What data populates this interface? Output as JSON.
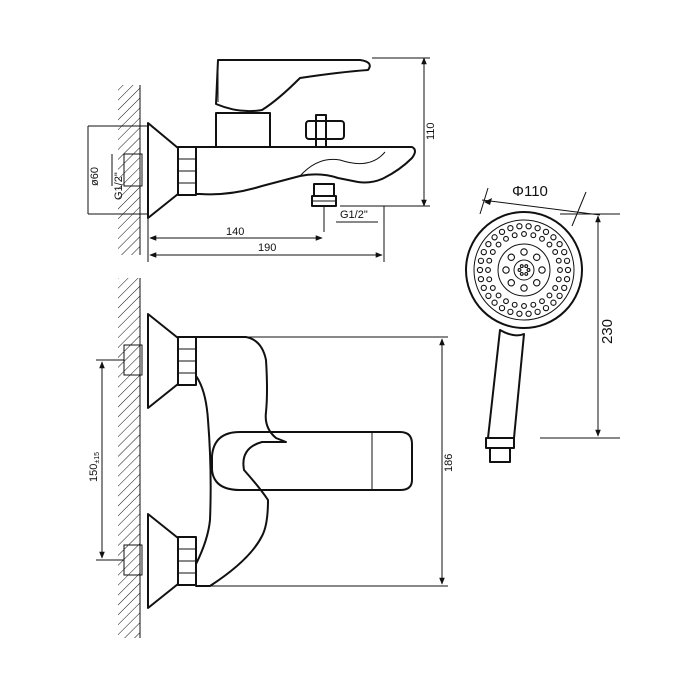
{
  "dimensions": {
    "d60": "ø60",
    "g12_wall": "G1/2\"",
    "g12_outlet": "G1/2\"",
    "h110": "110",
    "w140": "140",
    "w190": "190",
    "d150": "150",
    "d150_tol": "±15",
    "h186": "186",
    "phi110": "Φ110",
    "h230": "230"
  }
}
